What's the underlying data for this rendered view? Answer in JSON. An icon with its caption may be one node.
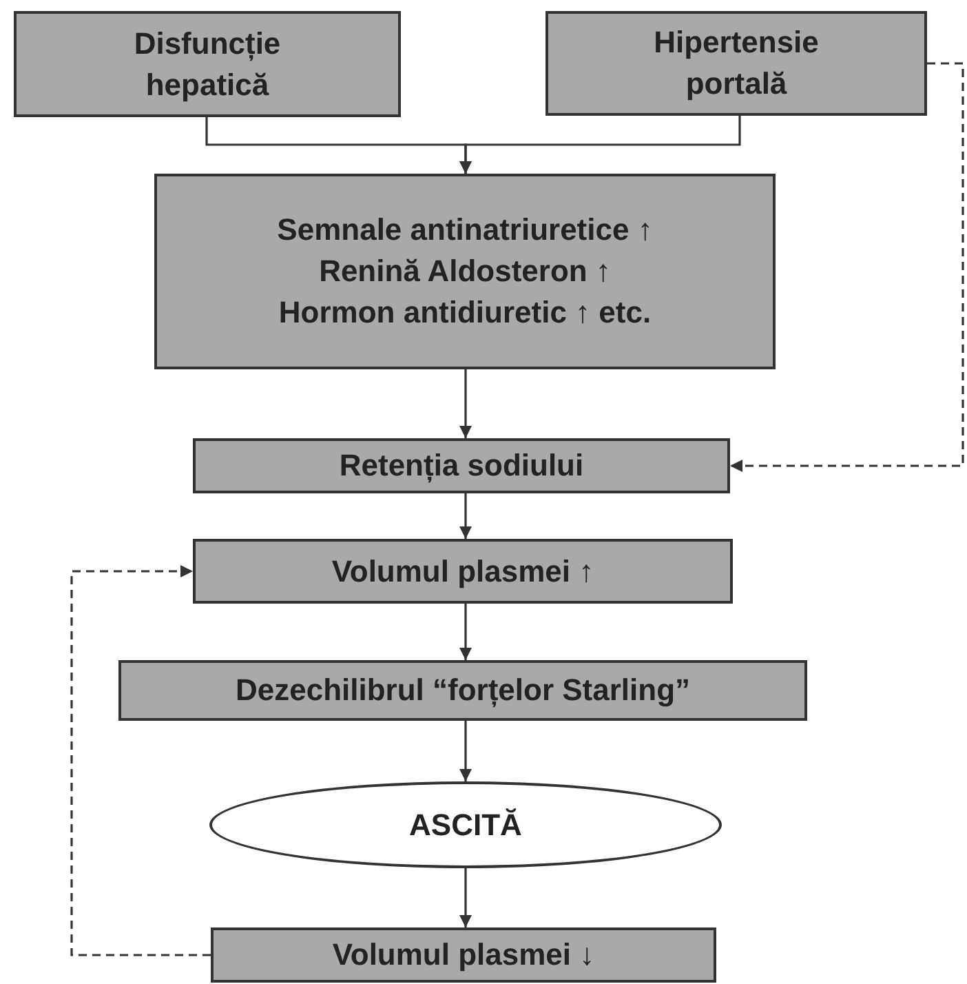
{
  "diagram": {
    "nodes": [
      {
        "text": [
          "Disfuncție hepatică"
        ]
      },
      {
        "text": [
          "Hipertensie portală"
        ]
      },
      {
        "text": [
          "Semnale antinatriuretice ↑",
          "Renină Aldosteron ↑",
          "Hormon antidiuretic ↑ etc."
        ]
      },
      {
        "text": [
          "Retenția sodiului"
        ]
      },
      {
        "text": [
          "Volumul plasmei ↑"
        ]
      },
      {
        "text": [
          "Dezechilibrul “forțelor Starling”"
        ]
      },
      {
        "text": [
          "ASCITĂ"
        ]
      },
      {
        "text": [
          "Volumul plasmei ↓"
        ]
      }
    ],
    "edges": [
      {
        "from": 0,
        "to": 2,
        "arrow": "to"
      },
      {
        "from": 1,
        "to": 2,
        "arrow": "to"
      },
      {
        "from": 2,
        "to": 3,
        "arrow": "to"
      },
      {
        "from": 3,
        "to": 4,
        "arrow": "to"
      },
      {
        "from": 4,
        "to": 5,
        "arrow": "to"
      },
      {
        "from": 5,
        "to": 6,
        "arrow": "to"
      },
      {
        "from": 6,
        "to": 7,
        "arrow": "to"
      },
      {
        "from": 1,
        "to": 3,
        "arrow": "to",
        "style": "dashed"
      },
      {
        "from": 7,
        "to": 4,
        "arrow": "to",
        "style": "dashed"
      }
    ]
  }
}
